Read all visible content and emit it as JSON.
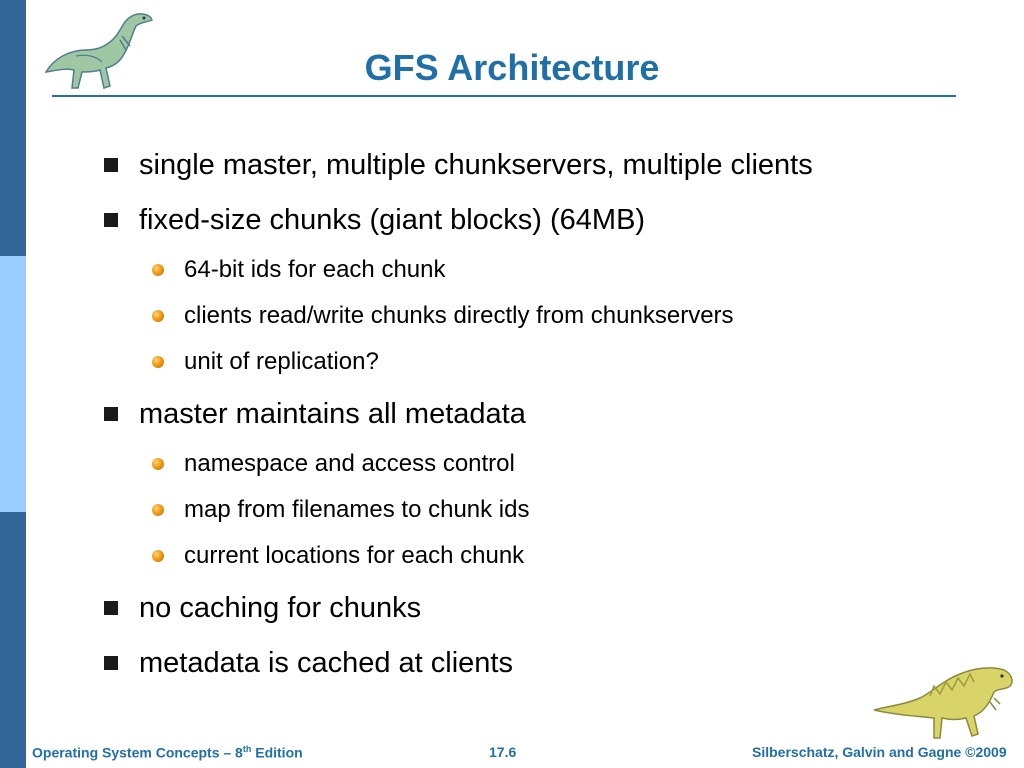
{
  "slide": {
    "title": "GFS Architecture",
    "bullets": [
      "single master, multiple chunkservers, multiple clients",
      "fixed-size chunks (giant blocks) (64MB)",
      "64-bit ids for each chunk",
      "clients read/write chunks directly from chunkservers",
      "unit of replication?",
      "master maintains all metadata",
      "namespace and access control",
      "map from filenames to chunk ids",
      "current locations for each chunk",
      "no caching for chunks",
      "metadata is cached at clients"
    ]
  },
  "footer": {
    "book_prefix": "Operating System Concepts – 8",
    "book_sup": "th",
    "book_suffix": " Edition",
    "page": "17.6",
    "authors": "Silberschatz, Galvin and Gagne ©2009"
  },
  "colors": {
    "accent": "#1f6fa8",
    "strip_dark": "#336699",
    "strip_light": "#99ccff",
    "bullet_orange": "#f39c12"
  }
}
